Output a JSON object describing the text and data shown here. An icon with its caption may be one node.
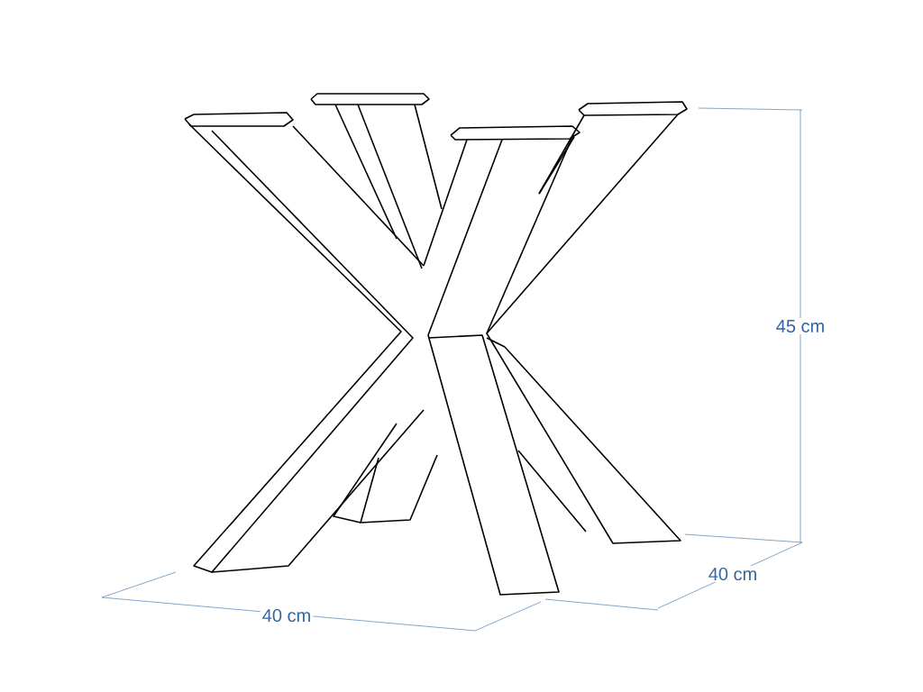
{
  "diagram": {
    "labels": [
      "45 cm",
      "40 cm",
      "40 cm"
    ]
  }
}
